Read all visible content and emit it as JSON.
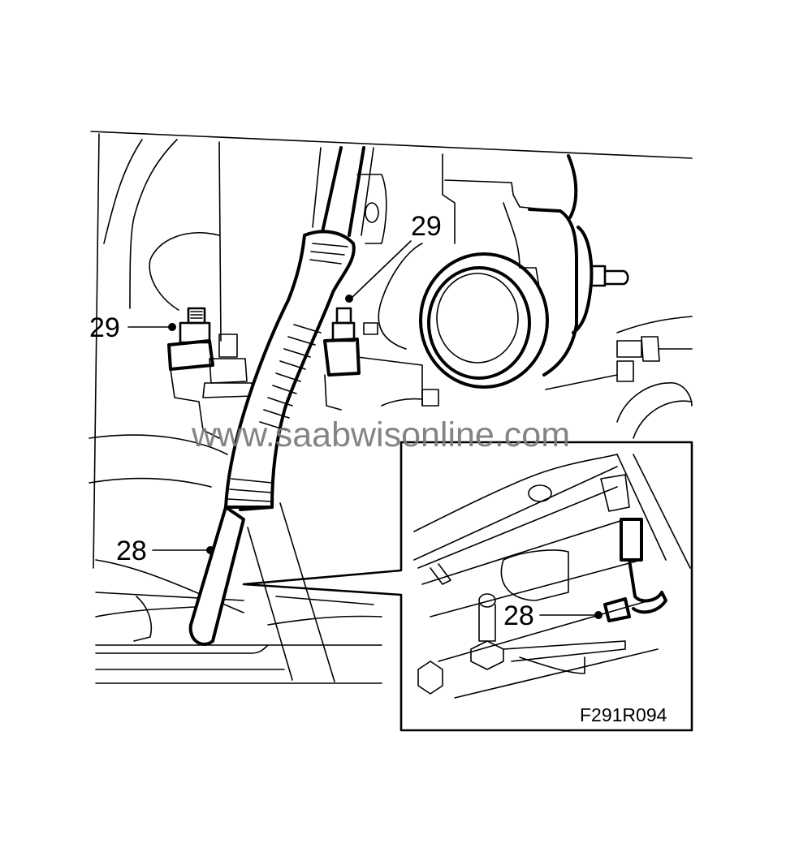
{
  "figure": {
    "code": "F291R094",
    "watermark": "www.saabwisonline.com",
    "style": "black line-art technical illustration on white",
    "colors": {
      "line": "#000000",
      "background": "#ffffff",
      "watermark": "#7a7a7a"
    }
  },
  "callouts": [
    {
      "id": "29-left",
      "label": "29",
      "target": "exhaust manifold stud nut (left)"
    },
    {
      "id": "29-right",
      "label": "29",
      "target": "exhaust manifold stud nut (right)"
    },
    {
      "id": "28-main",
      "label": "28",
      "target": "oil return pipe"
    },
    {
      "id": "28-inset",
      "label": "28",
      "target": "oil return pipe clamp (detail view)"
    }
  ],
  "inset": {
    "description": "detail view of oil return pipe connection",
    "label": "28"
  }
}
